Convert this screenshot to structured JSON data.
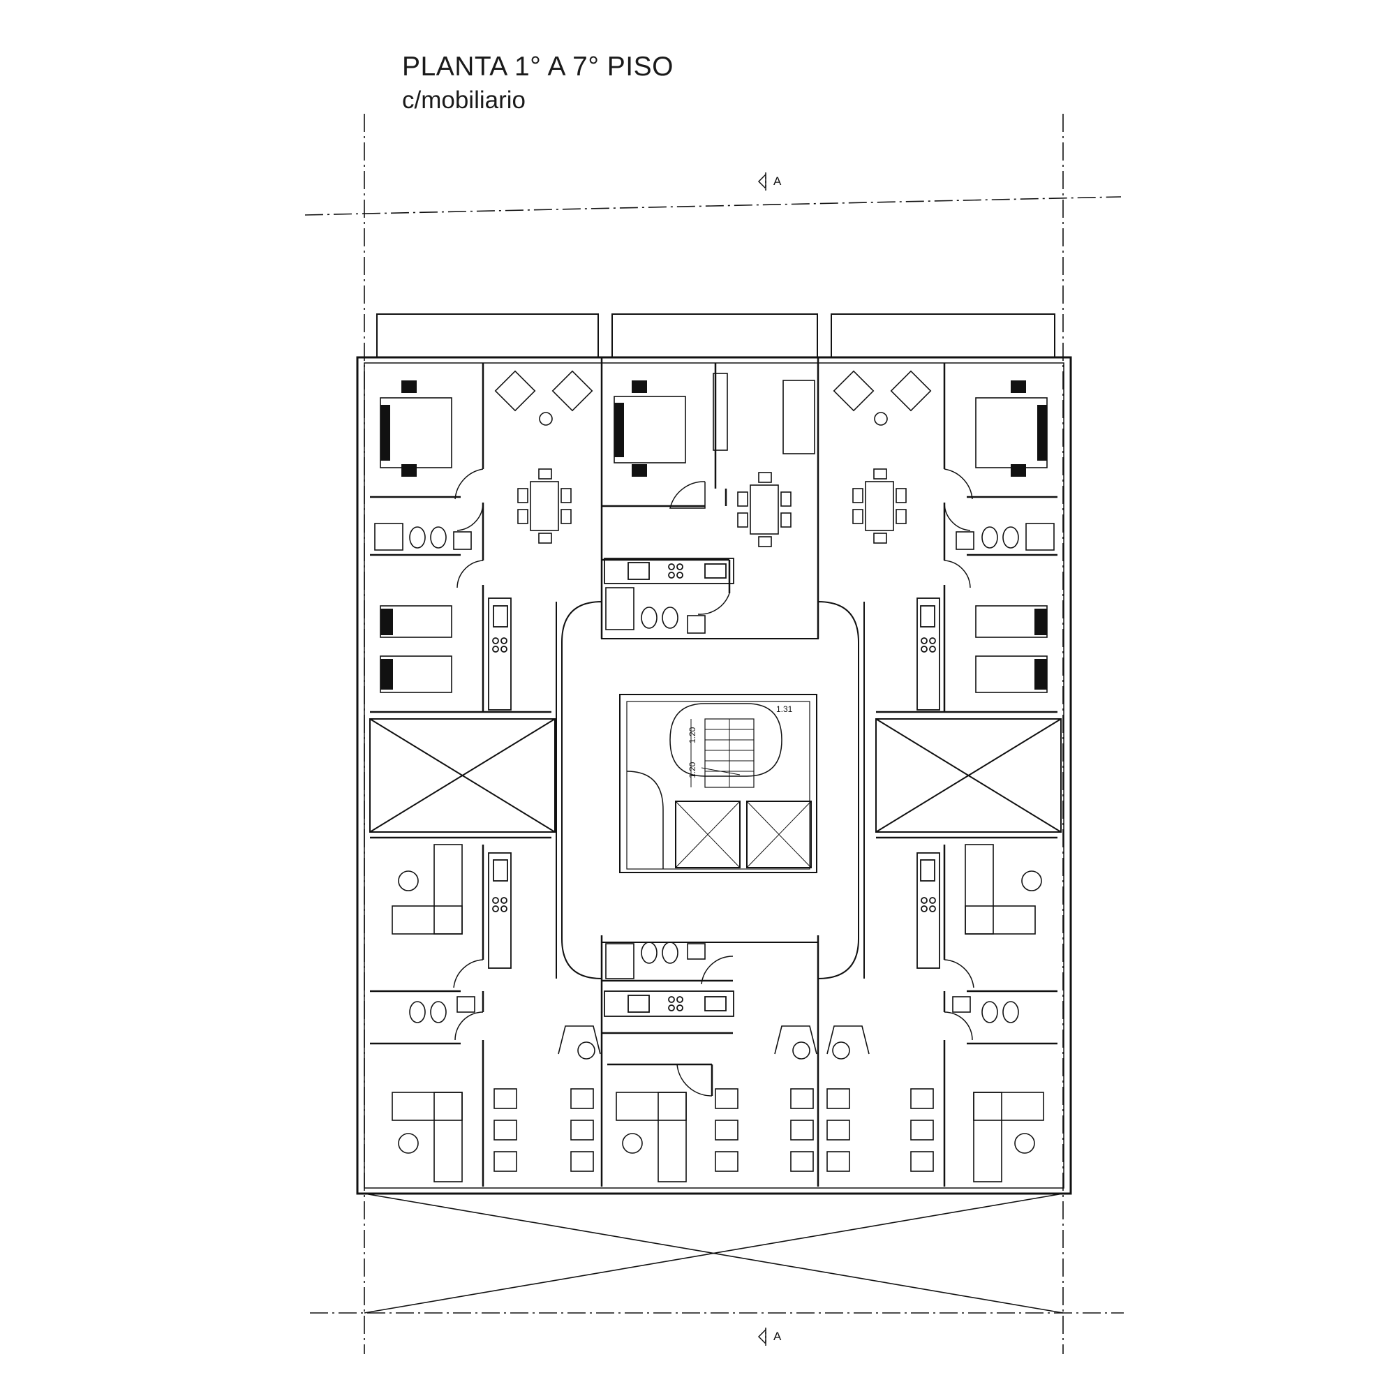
{
  "drawing": {
    "title": "PLANTA 1° A 7° PISO",
    "subtitle": "c/mobiliario"
  },
  "section_marker": {
    "top": "A",
    "bottom": "A"
  },
  "stair_dimensions": {
    "upper": "1.20",
    "lower": "1.20",
    "width": "1.31"
  },
  "colors": {
    "line": "#111111",
    "background": "#ffffff",
    "fill_dark": "#111111"
  }
}
